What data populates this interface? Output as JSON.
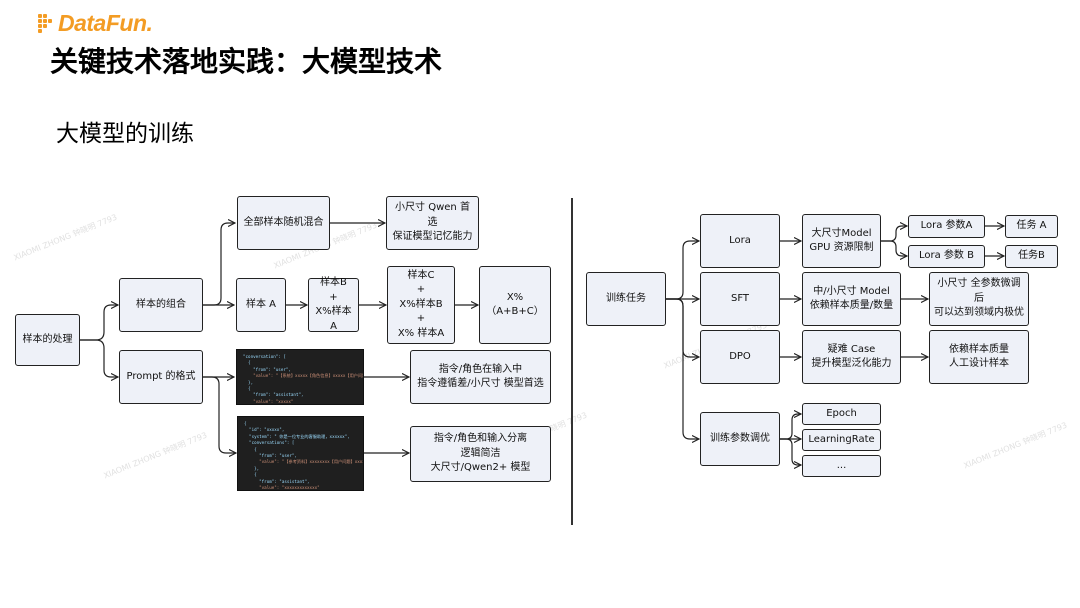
{
  "brand": {
    "logo_text": "DataFun.",
    "logo_color": "#f39c24"
  },
  "header": {
    "title": "关键技术落地实践：大模型技术"
  },
  "section": {
    "title": "大模型的训练"
  },
  "watermark": "XIAOMI ZHONG 钟晓明 7793",
  "left": {
    "root": "样本的处理",
    "combine": "样本的组合",
    "prompt_format": "Prompt 的格式",
    "mix_all": "全部样本随机混合",
    "mix_result": "小尺寸 Qwen 首选\n保证模型记忆能力",
    "sample_a": "样本 A",
    "sample_b": "样本B\n+\nX%样本A",
    "sample_c": "样本C\n+\nX%样本B\n+\nX% 样本A",
    "final_mix": "X%（A+B+C）",
    "code1_lines": [
      "\"conversation\": [",
      "  {",
      "    \"from\": \"user\",",
      "    \"value\": \"【系统】xxxxx【角色信息】xxxxx【用户问题】xxxxxx\"",
      "  },",
      "  {",
      "    \"from\": \"assistant\",",
      "    \"value\": \"xxxxx\"",
      "  }",
      "]"
    ],
    "code2_lines": [
      "{",
      "  \"id\": \"xxxxx\",",
      "  \"system\": \" 你是一位专业的客服助理，xxxxxx\",",
      "  \"conversations\": [",
      "    {",
      "      \"from\": \"user\",",
      "      \"value\": \"【参考资料】xxxxxxxx【用户问题】xxxx\"",
      "    },",
      "    {",
      "      \"from\": \"assistant\",",
      "      \"value\": \"xxxxxxxxxxxxx\"",
      "    }",
      "  ]",
      "}"
    ],
    "prompt_result1": "指令/角色在输入中\n指令遵循差/小尺寸 模型首选",
    "prompt_result2": "指令/角色和输入分离\n逻辑简洁\n大尺寸/Qwen2+ 模型"
  },
  "right": {
    "root": "训练任务",
    "lora": "Lora",
    "sft": "SFT",
    "dpo": "DPO",
    "tuning": "训练参数调优",
    "lora_desc": "大尺寸Model\nGPU 资源限制",
    "lora_a": "Lora 参数A",
    "lora_b": "Lora 参数 B",
    "task_a": "任务 A",
    "task_b": "任务B",
    "sft_desc": "中/小尺寸 Model\n依赖样本质量/数量",
    "sft_result": "小尺寸 全参数微调后\n可以达到领域内极优",
    "dpo_desc": "疑难 Case\n提升模型泛化能力",
    "dpo_result": "依赖样本质量\n人工设计样本",
    "epoch": "Epoch",
    "lr": "LearningRate",
    "more": "..."
  }
}
